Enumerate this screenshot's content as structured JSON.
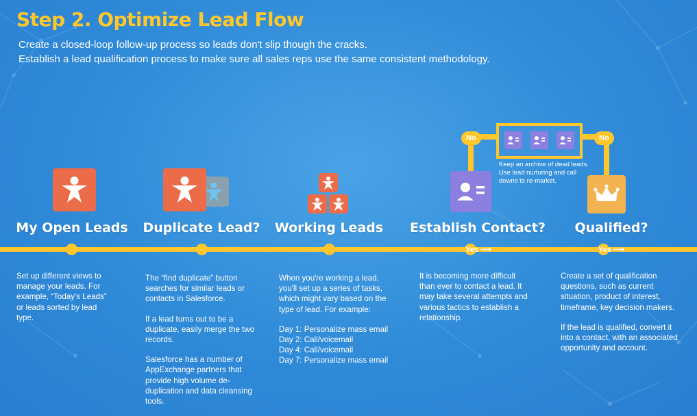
{
  "header": {
    "title": "Step 2. Optimize Lead Flow",
    "subtitle_line1": "Create a closed-loop follow-up process so leads don't slip though the cracks.",
    "subtitle_line2": "Establish a lead qualification process to make sure all sales reps use the same consistent methodology."
  },
  "steps": [
    {
      "title": "My Open Leads",
      "icon": "person-icon",
      "desc": [
        "Set up different views to manage your leads. For example, “Today's Leads” or leads sorted by lead type."
      ]
    },
    {
      "title": "Duplicate Lead?",
      "icon": "duplicate-person-icon",
      "desc": [
        "The “find duplicate” button searches for similar leads or contacts in Salesforce.",
        "If a lead turns out to be a duplicate, easily merge the two records.",
        "Salesforce has a number of AppExchange partners that provide high volume de-duplication and data cleansing tools."
      ]
    },
    {
      "title": "Working Leads",
      "icon": "stacked-people-icon",
      "desc": [
        "When you're working a lead, you'll set up a series of tasks, which might vary based on the type of lead. For example:",
        "Day 1: Personalize mass email",
        "Day 2: Call/voicemail",
        "Day 4: Call/voicemail",
        "Day 7: Personalize mass email"
      ]
    },
    {
      "title": "Establish Contact?",
      "icon": "contact-card-icon",
      "desc": [
        "It is becoming more difficult than ever to contact a lead. It may take several attempts and various tactics to establish a relationship."
      ]
    },
    {
      "title": "Qualified?",
      "icon": "crown-icon",
      "desc": [
        "Create a set of qualification questions, such as current situation, product of interest, timeframe, key decision makers.",
        "If the lead is qualified, convert it into a contact, with an associated opportunity and account."
      ]
    }
  ],
  "loop": {
    "no_label": "No",
    "yes_label": "Yes ⟶",
    "archive_note": "Keep an archive of dead leads. Use lead nurturing and call downs to re-market."
  },
  "colors": {
    "accent_yellow": "#ffc72c",
    "background_blue": "#2f8ad8",
    "icon_orange": "#ec6c4a",
    "icon_purple": "#8c7fe0",
    "icon_gold": "#f3b350"
  }
}
